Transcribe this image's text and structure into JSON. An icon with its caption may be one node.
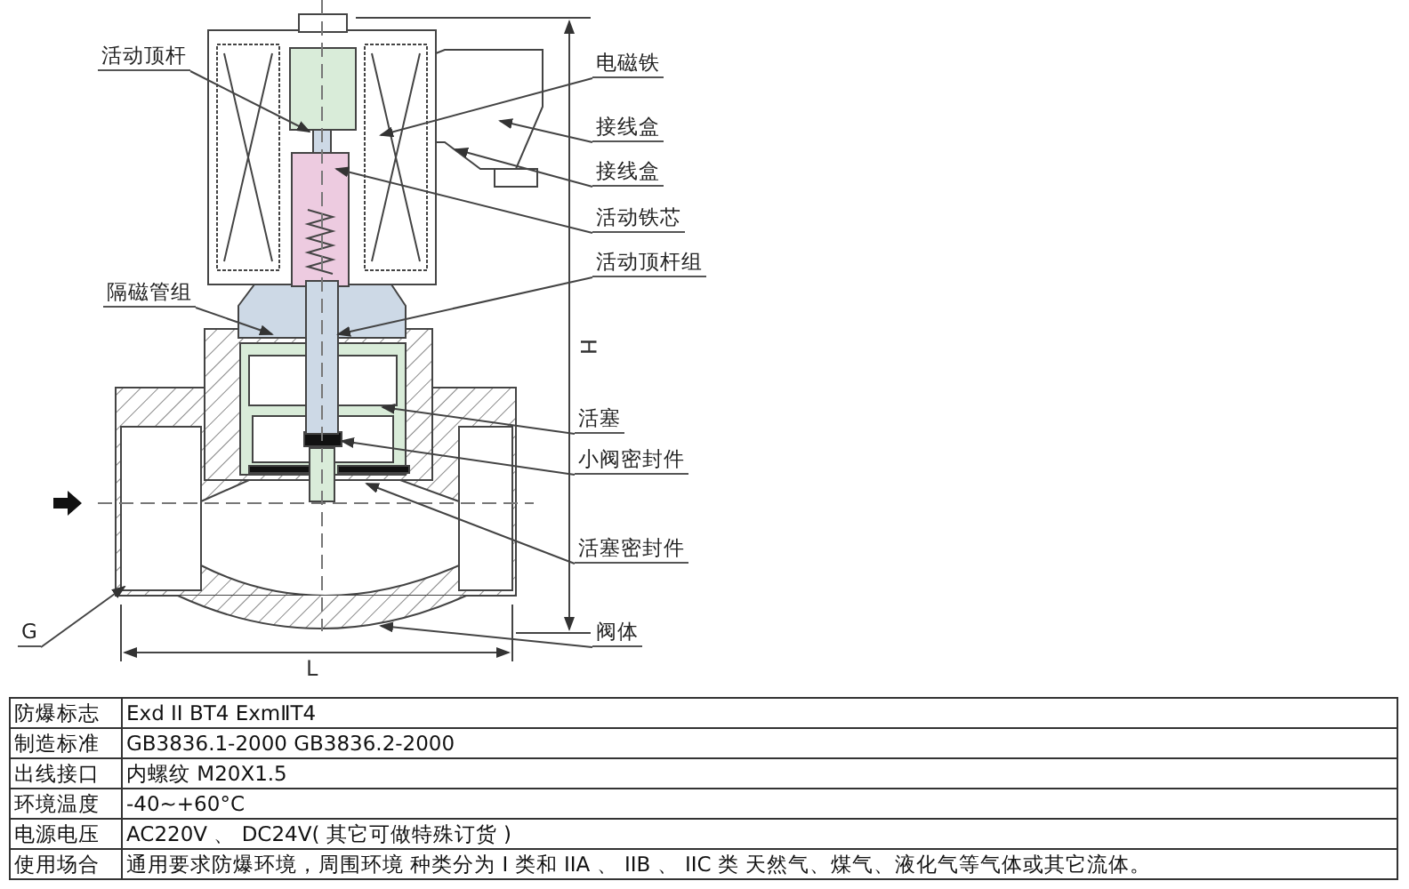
{
  "diagram": {
    "nodes": [
      {
        "text": [
          "活动顶杆"
        ]
      },
      {
        "text": [
          "电磁铁"
        ]
      },
      {
        "text": [
          "接线盒"
        ]
      },
      {
        "text": [
          "接线盒"
        ]
      },
      {
        "text": [
          "活动铁芯"
        ]
      },
      {
        "text": [
          "活动顶杆组"
        ]
      },
      {
        "text": [
          "隔磁管组"
        ]
      },
      {
        "text": [
          "活塞"
        ]
      },
      {
        "text": [
          "小阀密封件"
        ]
      },
      {
        "text": [
          "活塞密封件"
        ]
      },
      {
        "text": [
          "G"
        ]
      },
      {
        "text": [
          "阀体"
        ]
      }
    ],
    "edges": [
      {
        "from": 0,
        "to": null,
        "arrow": "to"
      },
      {
        "from": 1,
        "to": null,
        "arrow": "to"
      },
      {
        "from": 2,
        "to": null,
        "arrow": "to"
      },
      {
        "from": 3,
        "to": null,
        "arrow": "to"
      },
      {
        "from": 4,
        "to": null,
        "arrow": "to"
      },
      {
        "from": 5,
        "to": null,
        "arrow": "to"
      },
      {
        "from": 6,
        "to": null,
        "arrow": "to"
      },
      {
        "from": 7,
        "to": null,
        "arrow": "to"
      },
      {
        "from": 8,
        "to": null,
        "arrow": "to"
      },
      {
        "from": 9,
        "to": null,
        "arrow": "to"
      },
      {
        "from": 10,
        "to": null,
        "arrow": "to"
      },
      {
        "from": 11,
        "to": null,
        "arrow": "to"
      }
    ],
    "labels": [
      "H",
      "L",
      "防爆标志",
      "Exd II BT4 ExmⅡT4",
      "制造标准",
      "GB3836.1-2000 GB3836.2-2000",
      "出线接口",
      "内螺纹 M20X1.5",
      "环境温度",
      "-40~+60°C",
      "电源电压",
      "AC220V 、 DC24V( 其它可做特殊订货 )",
      "使用场合",
      "通用要求防爆环境，周围环境 种类分为 I 类和 IIA 、 IIB 、 IIC 类 天然气、煤气、液化气等气体或其它流体。"
    ]
  }
}
